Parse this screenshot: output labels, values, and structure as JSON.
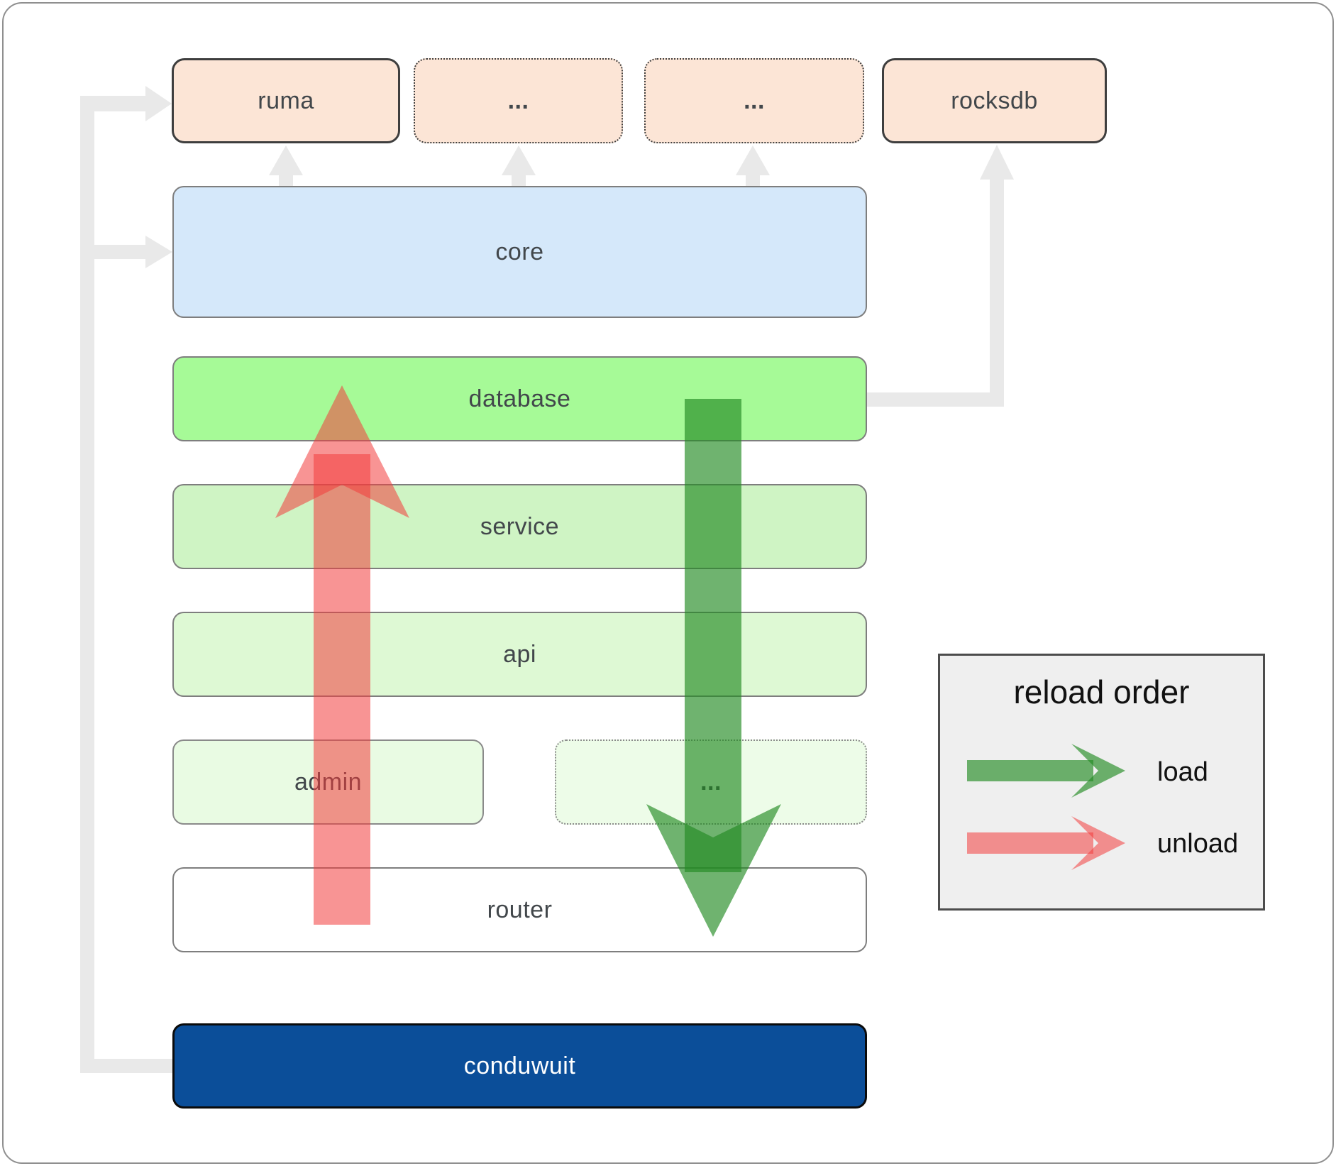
{
  "boxes": {
    "ruma": {
      "label": "ruma"
    },
    "deps_more_1": {
      "label": "..."
    },
    "deps_more_2": {
      "label": "..."
    },
    "rocksdb": {
      "label": "rocksdb"
    },
    "core": {
      "label": "core"
    },
    "database": {
      "label": "database"
    },
    "service": {
      "label": "service"
    },
    "api": {
      "label": "api"
    },
    "admin": {
      "label": "admin"
    },
    "crates_more": {
      "label": "..."
    },
    "router": {
      "label": "router"
    },
    "conduwuit": {
      "label": "conduwuit"
    }
  },
  "legend": {
    "title": "reload order",
    "load_label": "load",
    "unload_label": "unload"
  },
  "colors": {
    "load_arrow_green": "#228b22",
    "unload_arrow_red": "#f23c3c",
    "connector_gray": "#e9e9e9",
    "dependency_fill": "#fce5d6",
    "core_fill": "#d5e8fa",
    "database_fill": "#a6fa97",
    "service_fill": "#cff4c4",
    "api_fill": "#def9d4",
    "admin_fill": "#e9fbe3",
    "conduwuit_fill": "#0b4e99",
    "legend_bg": "#efefef"
  }
}
